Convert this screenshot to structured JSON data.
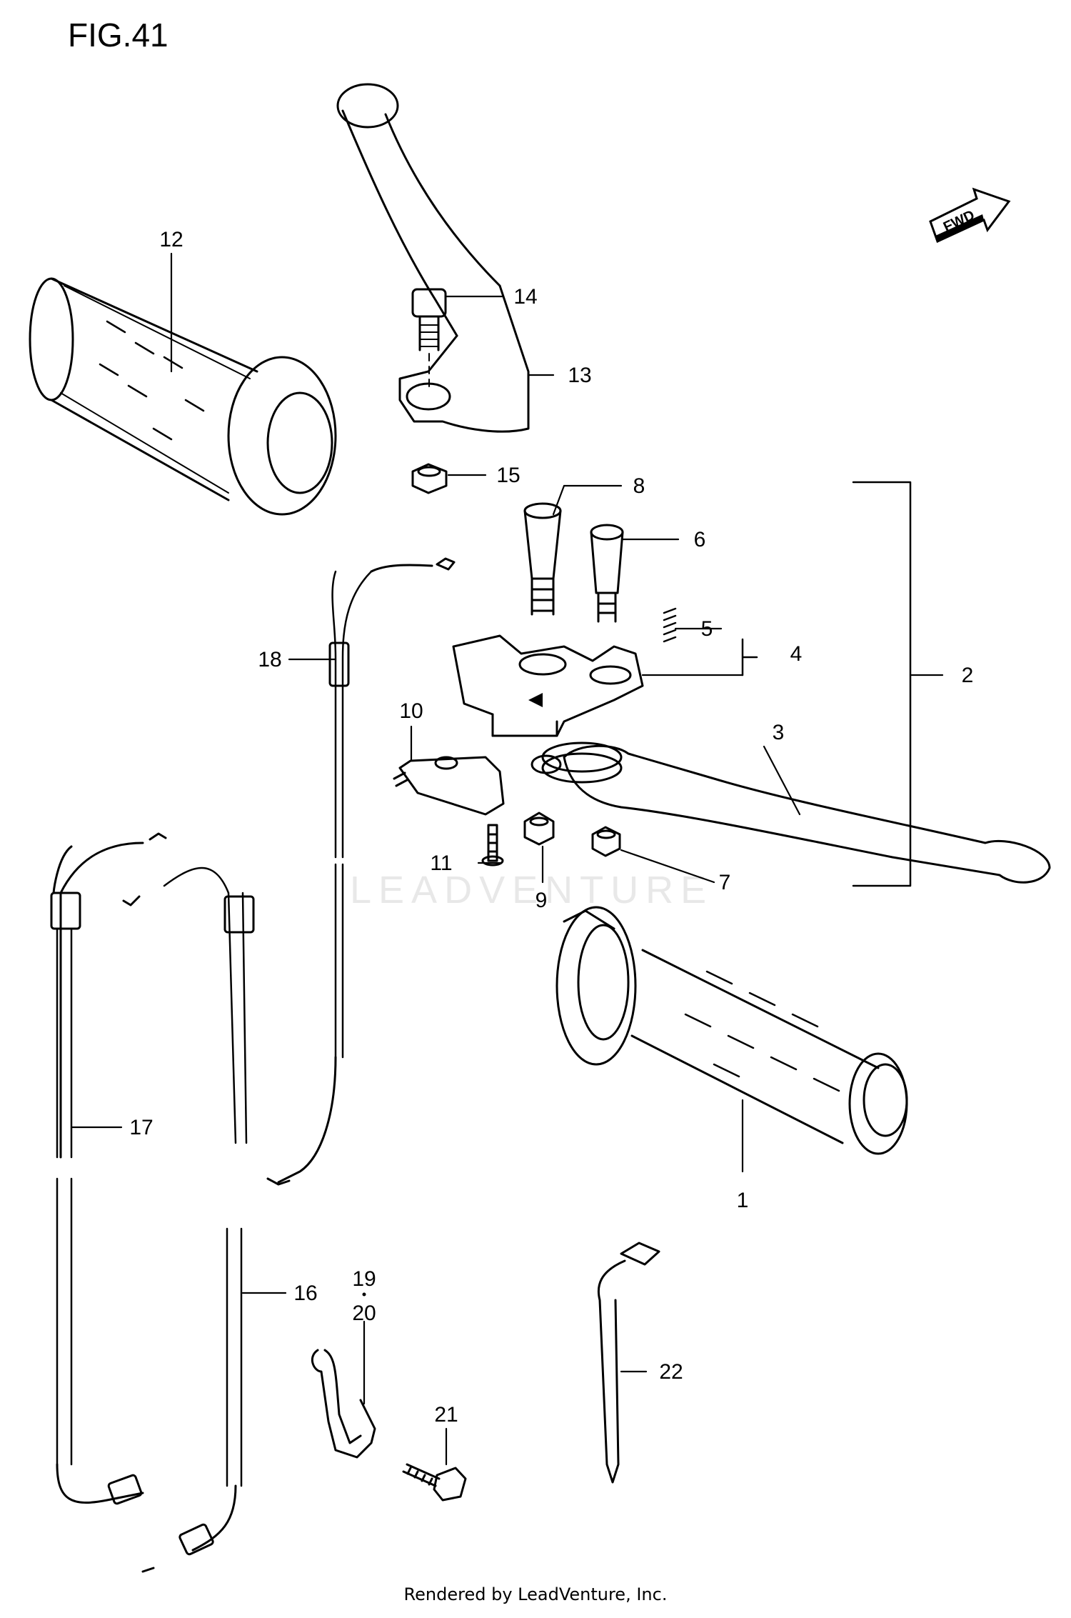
{
  "figure": {
    "title": "FIG.41"
  },
  "footer": {
    "text": "Rendered by LeadVenture, Inc."
  },
  "watermark": {
    "text": "LEADVENTURE"
  },
  "direction_badge": {
    "text": "FWD"
  },
  "callouts": [
    {
      "id": "c1",
      "text": "1"
    },
    {
      "id": "c2",
      "text": "2"
    },
    {
      "id": "c3",
      "text": "3"
    },
    {
      "id": "c4",
      "text": "4"
    },
    {
      "id": "c5",
      "text": "5"
    },
    {
      "id": "c6",
      "text": "6"
    },
    {
      "id": "c7",
      "text": "7"
    },
    {
      "id": "c8",
      "text": "8"
    },
    {
      "id": "c9",
      "text": "9"
    },
    {
      "id": "c10",
      "text": "10"
    },
    {
      "id": "c11",
      "text": "11"
    },
    {
      "id": "c12",
      "text": "12"
    },
    {
      "id": "c13",
      "text": "13"
    },
    {
      "id": "c14",
      "text": "14"
    },
    {
      "id": "c15",
      "text": "15"
    },
    {
      "id": "c16",
      "text": "16"
    },
    {
      "id": "c17",
      "text": "17"
    },
    {
      "id": "c18",
      "text": "18"
    },
    {
      "id": "c19",
      "text": "19"
    },
    {
      "id": "c20",
      "text": "20"
    },
    {
      "id": "c21",
      "text": "21"
    },
    {
      "id": "c22",
      "text": "22"
    }
  ]
}
